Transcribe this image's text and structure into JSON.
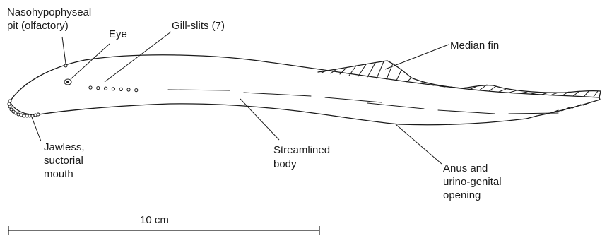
{
  "labels": {
    "nasohypophyseal_line1": "Nasohypophyseal",
    "nasohypophyseal_line2": "pit (olfactory)",
    "eye": "Eye",
    "gill_slits": "Gill-slits (7)",
    "median_fin": "Median fin",
    "mouth_line1": "Jawless,",
    "mouth_line2": "suctorial",
    "mouth_line3": "mouth",
    "body_line1": "Streamlined",
    "body_line2": "body",
    "anus_line1": "Anus and",
    "anus_line2": "urino-genital",
    "anus_line3": "opening"
  },
  "gill_slit_count": 7,
  "scale_bar": {
    "label": "10 cm"
  },
  "colors": {
    "ink": "#1a1a1a",
    "background": "#ffffff"
  }
}
